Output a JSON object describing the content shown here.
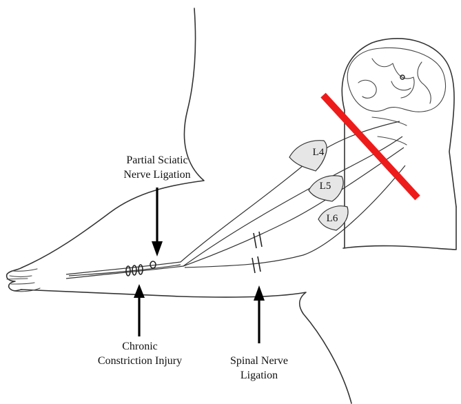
{
  "labels": {
    "partial_sciatic": [
      "Partial Sciatic",
      "Nerve Ligation"
    ],
    "chronic": [
      "Chronic",
      "Constriction Injury"
    ],
    "spinal": [
      "Spinal Nerve",
      "Ligation"
    ]
  },
  "nerves": {
    "l4": "L4",
    "l5": "L5",
    "l6": "L6"
  },
  "colors": {
    "transection_bar": "#ee1b1b",
    "nerve_fill": "#e6e6e6",
    "outline": "#333333"
  }
}
